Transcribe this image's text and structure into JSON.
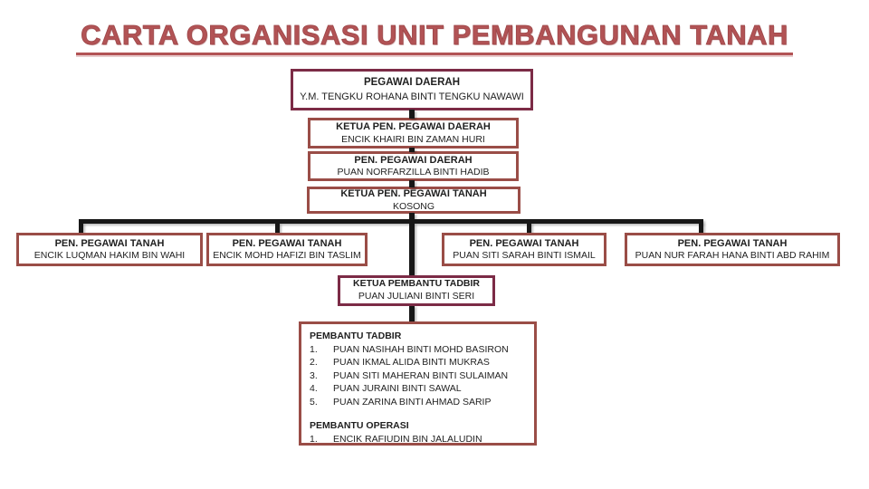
{
  "title": "CARTA ORGANISASI UNIT PEMBANGUNAN TANAH",
  "colors": {
    "title": "#b25355",
    "title_edge": "#9c4648",
    "box_border_dark": "#7c2b46",
    "box_border_brick": "#9a4d47",
    "connector": "#171717",
    "text": "#1f1f1f"
  },
  "chain": [
    {
      "role": "PEGAWAI DAERAH",
      "name": "Y.M. TENGKU ROHANA BINTI TENGKU NAWAWI"
    },
    {
      "role": "KETUA PEN. PEGAWAI DAERAH",
      "name": "ENCIK KHAIRI BIN ZAMAN HURI"
    },
    {
      "role": "PEN. PEGAWAI DAERAH",
      "name": "PUAN NORFARZILLA BINTI HADIB"
    },
    {
      "role": "KETUA PEN. PEGAWAI TANAH",
      "name": "KOSONG"
    }
  ],
  "row": [
    {
      "role": "PEN. PEGAWAI TANAH",
      "name": "ENCIK LUQMAN HAKIM BIN WAHI"
    },
    {
      "role": "PEN. PEGAWAI TANAH",
      "name": "ENCIK MOHD HAFIZI BIN TASLIM"
    },
    {
      "role": "PEN. PEGAWAI TANAH",
      "name": "PUAN SITI SARAH BINTI ISMAIL"
    },
    {
      "role": "PEN. PEGAWAI TANAH",
      "name": "PUAN NUR FARAH HANA BINTI ABD RAHIM"
    }
  ],
  "ketua_pembantu_tadbir": {
    "role": "KETUA PEMBANTU TADBIR",
    "name": "PUAN JULIANI BINTI SERI"
  },
  "staff_box": {
    "sections": [
      {
        "heading": "PEMBANTU TADBIR",
        "members": [
          {
            "n": "1.",
            "name": "PUAN NASIHAH BINTI MOHD BASIRON"
          },
          {
            "n": "2.",
            "name": "PUAN IKMAL ALIDA BINTI MUKRAS"
          },
          {
            "n": "3.",
            "name": "PUAN SITI MAHERAN BINTI SULAIMAN"
          },
          {
            "n": "4.",
            "name": "PUAN JURAINI BINTI SAWAL"
          },
          {
            "n": "5.",
            "name": "PUAN ZARINA BINTI AHMAD SARIP"
          }
        ]
      },
      {
        "heading": "PEMBANTU OPERASI",
        "members": [
          {
            "n": "1.",
            "name": "ENCIK RAFIUDIN BIN JALALUDIN"
          }
        ]
      }
    ]
  }
}
